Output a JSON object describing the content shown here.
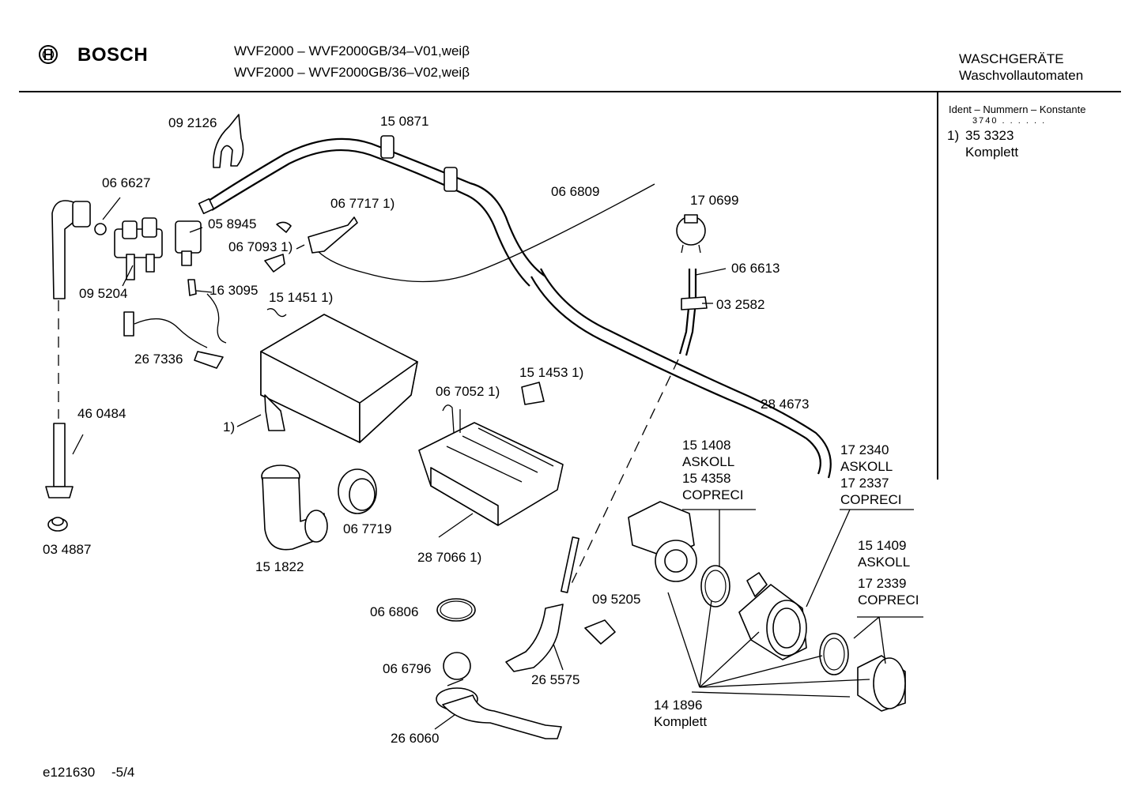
{
  "header": {
    "brand": "BOSCH",
    "model_line_1": "WVF2000 – WVF2000GB/34–V01,weiβ",
    "model_line_2": "WVF2000 – WVF2000GB/36–V02,weiβ",
    "category_line_1": "WASCHGERÄTE",
    "category_line_2": "Waschvollautomaten"
  },
  "sidebar": {
    "ident_title": "Ident – Nummern – Konstante",
    "ident_value": "3740 . . . . . .",
    "note_marker": "1)",
    "note_number": "35 3323",
    "note_text": "Komplett"
  },
  "labels": {
    "p092126": "09 2126",
    "p150871": "15 0871",
    "p066627": "06 6627",
    "p058945": "05 8945",
    "p067717": "06 7717 1)",
    "p066809": "06 6809",
    "p170699": "17 0699",
    "p067093": "06 7093 1)",
    "p095204": "09 5204",
    "p163095": "16 3095",
    "p151451": "15 1451 1)",
    "p066613": "06 6613",
    "p032582": "03 2582",
    "p267336": "26 7336",
    "p151453": "15 1453 1)",
    "p067052": "06 7052 1)",
    "p284673": "28 4673",
    "p460484": "46 0484",
    "p_one": "1)",
    "p151408": "15 1408",
    "p151408_brand": "ASKOLL",
    "p154358": "15 4358",
    "p154358_brand": "COPRECI",
    "p172340": "17 2340",
    "p172340_brand": "ASKOLL",
    "p172337": "17 2337",
    "p172337_brand": "COPRECI",
    "p067719": "06 7719",
    "p034887": "03 4887",
    "p151822": "15 1822",
    "p287066": "28 7066 1)",
    "p151409": "15 1409",
    "p151409_brand": "ASKOLL",
    "p172339": "17 2339",
    "p172339_brand": "COPRECI",
    "p095205": "09 5205",
    "p066806": "06 6806",
    "p066796": "06 6796",
    "p265575": "26 5575",
    "p141896": "14 1896",
    "p141896_text": "Komplett",
    "p266060": "26 6060"
  },
  "footer": {
    "drawing_id": "e121630",
    "page": "-5/4"
  }
}
